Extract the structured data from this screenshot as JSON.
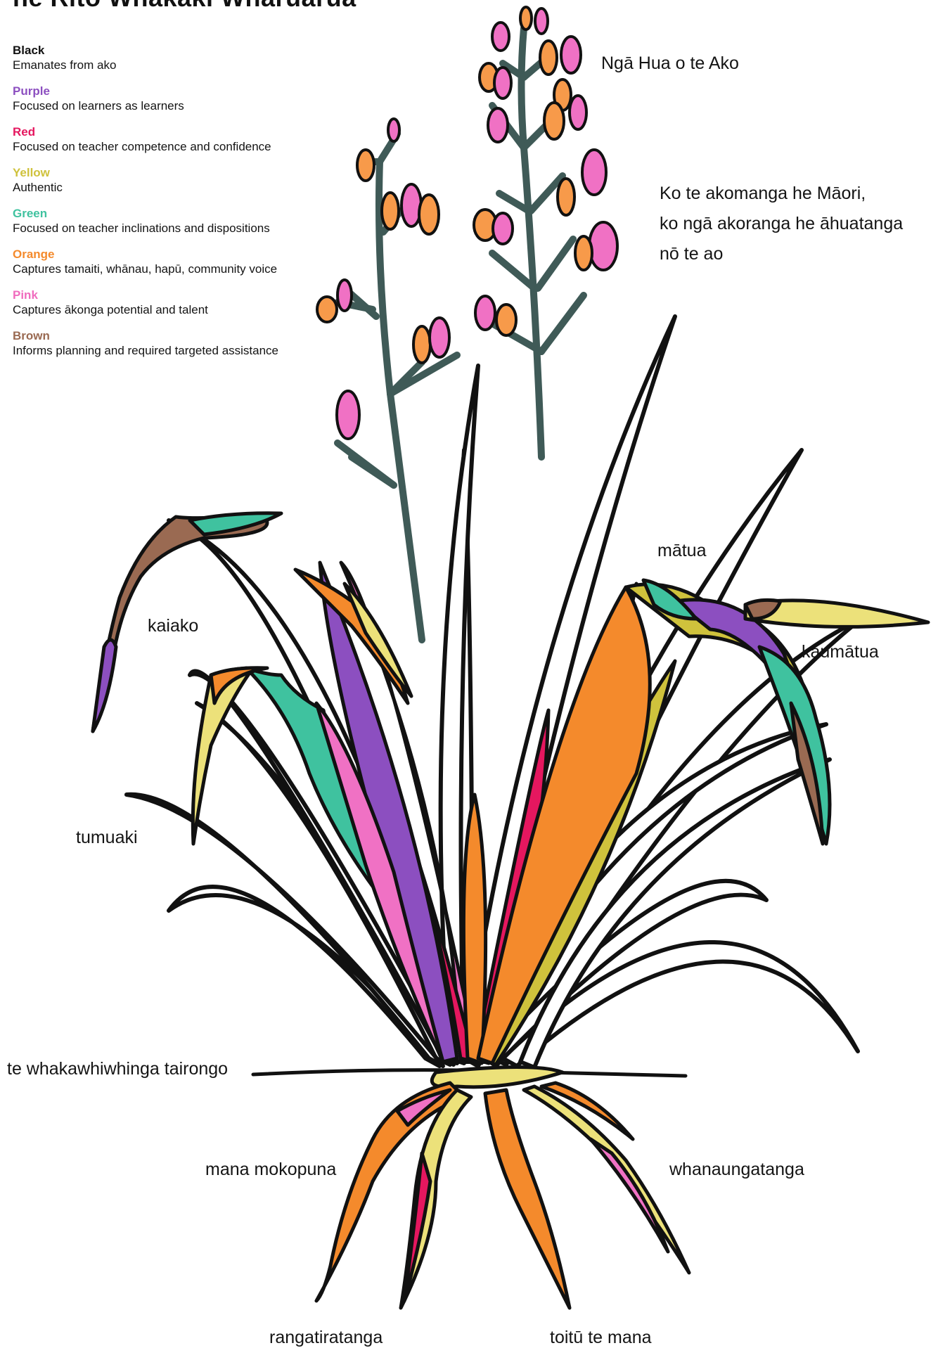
{
  "title": "he Rito Whakaki Wharuarua",
  "legend": [
    {
      "name": "Black",
      "description": "Emanates from ako",
      "color": "#111111"
    },
    {
      "name": "Purple",
      "description": "Focused on learners as learners",
      "color": "#8c4fc0"
    },
    {
      "name": "Red",
      "description": "Focused on teacher competence and confidence",
      "color": "#e5175f"
    },
    {
      "name": "Yellow",
      "description": "Authentic",
      "color": "#cfc23c"
    },
    {
      "name": "Green",
      "description": "Focused on teacher inclinations and dispositions",
      "color": "#3fc29f"
    },
    {
      "name": "Orange",
      "description": "Captures tamaiti, whānau, hapū, community voice",
      "color": "#f48a2c"
    },
    {
      "name": "Pink",
      "description": "Captures ākonga potential and talent",
      "color": "#f06cbe"
    },
    {
      "name": "Brown",
      "description": "Informs planning and required targeted assistance",
      "color": "#9a6a52"
    }
  ],
  "labels": {
    "flowers": "Ngā Hua o te Ako",
    "quote": [
      "Ko te akomanga he Māori,",
      "ko ngā akoranga he āhuatanga",
      "nō te ao"
    ],
    "kaiako": "kaiako",
    "matua": "mātua",
    "kaumatua": "kaumātua",
    "tumuaki": "tumuaki",
    "ground": "te whakawhiwhinga tairongo",
    "mana_mokopuna": "mana mokopuna",
    "whanaungatanga": "whanaungatanga",
    "rangatiratanga": "rangatiratanga",
    "toitu": "toitū te mana"
  },
  "palette": {
    "ink": "#111111",
    "stalk": "#3f5a57",
    "flower_pink": "#f071c4",
    "flower_orange": "#f79a4a",
    "root_yellow": "#ece17a"
  }
}
